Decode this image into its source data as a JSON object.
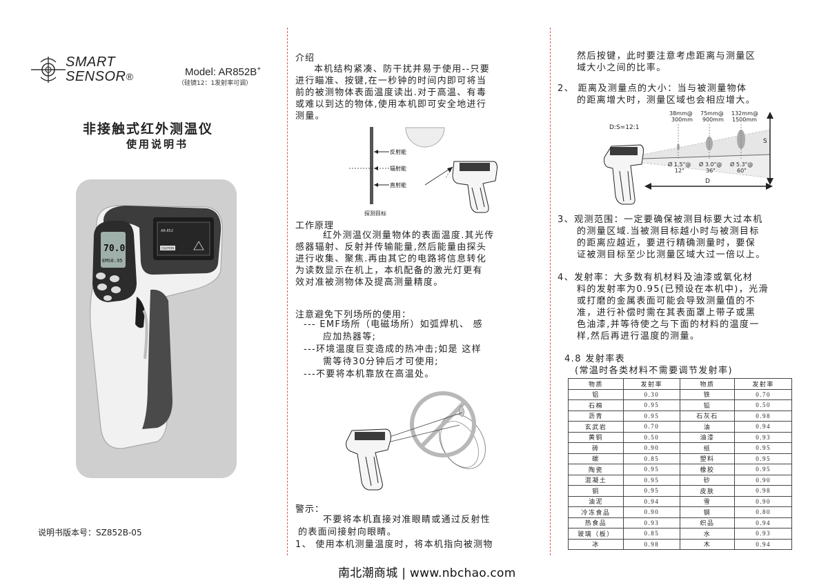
{
  "brand": {
    "line1": "SMART",
    "line2": "SENSOR",
    "reg": "®"
  },
  "model": {
    "label": "Model: AR852B",
    "sup": "+",
    "note": "（硅镜12：1发射率可调）"
  },
  "title": {
    "main": "非接触式红外测温仪",
    "sub": "使用说明书"
  },
  "version": "说明书版本号：SZ852B-05",
  "device_display": {
    "reading": "70.0",
    "emis": "EMS0.95",
    "label_brand": "CAUTION"
  },
  "intro": {
    "heading": "介绍",
    "lines": [
      "本机结构紧凑、防干扰并易于使用--只要",
      "进行瞄准、按键,在一秒钟的时间内即可将当",
      "前的被测物体表面温度读出.对于高温、有毒",
      "或难以到达的物体,使用本机即可安全地进行",
      "测量。"
    ]
  },
  "fig1": {
    "reflect": "反射能",
    "radiate": "辐射能",
    "transmit": "直射能",
    "target": "探测目标"
  },
  "principle": {
    "heading": "工作原理",
    "lines": [
      "红外测温仪测量物体的表面温度.其光传",
      "感器辐射、反射并传输能量,然后能量由探头",
      "进行收集、聚焦.再由其它的电路将信息转化",
      "为读数显示在机上，本机配备的激光灯更有",
      "效对准被测物体及提高测量精度。"
    ]
  },
  "avoid": {
    "heading": "注意避免下列场所的使用：",
    "l1": "--- EMF场所（电磁场所）如弧焊机、 感",
    "l1b": "应加热器等;",
    "l2": "---环境温度巨变造成的热冲击;如是 这样",
    "l2b": "需等待30分钟后才可使用;",
    "l3": "---不要将本机靠放在高温处。"
  },
  "warning": {
    "heading": "警示：",
    "l1": "不要将本机直接对准眼睛或通过反射性",
    "l2": "的表面间接射向眼睛。",
    "l3": "1、 使用本机测量温度时，将本机指向被测物"
  },
  "right": {
    "cont1": "然后按键，此时要注意考虑距离与测量区",
    "cont2": "域大小之间的比率。",
    "item2a": "2、 距离及测量点的大小：当与被测量物体",
    "item2b": "的距离增大时，测量区域也会相应增大。",
    "item3": [
      "3、观测范围：一定要确保被测目标要大过本机",
      "的测量区域.当被测目标越小时与被测目标",
      "的距离应越近，要进行精确测量时，要保",
      "证被测目标至少比测量区域大过一倍以上。"
    ],
    "item4": [
      "4、发射率：大多数有机材料及油漆或氧化材",
      "料的发射率为0.95(已预设在本机中)，光滑",
      "或打磨的金属表面可能会导致测量值的不",
      "准，进行补偿时需在其表面罩上带子或黑",
      "色油漆,并等待使之与下面的材料的温度一",
      "样,然后再进行温度的测量。"
    ]
  },
  "ds_diagram": {
    "ratio": "D:S=12:1",
    "points": [
      {
        "top1": "38mm@",
        "top2": "300mm",
        "bot1": "Ø 1.5\"@",
        "bot2": "12\""
      },
      {
        "top1": "75mm@",
        "top2": "900mm",
        "bot1": "Ø 3.0\"@",
        "bot2": "36\""
      },
      {
        "top1": "132mm@",
        "top2": "1500mm",
        "bot1": "Ø 5.3\"@",
        "bot2": "60\""
      }
    ],
    "s_label": "S",
    "d_label": "D"
  },
  "emissivity": {
    "title": "4.8 发射率表",
    "subtitle": "(常温时各类材料不需要调节发射率)",
    "headers": [
      "物质",
      "发射率",
      "物质",
      "发射率"
    ],
    "rows": [
      [
        "铝",
        "0.30",
        "铁",
        "0.70"
      ],
      [
        "石棉",
        "0.95",
        "铅",
        "0.50"
      ],
      [
        "沥青",
        "0.95",
        "石灰石",
        "0.98"
      ],
      [
        "玄武岩",
        "0.70",
        "油",
        "0.94"
      ],
      [
        "黄铜",
        "0.50",
        "油漆",
        "0.93"
      ],
      [
        "砖",
        "0.90",
        "纸",
        "0.95"
      ],
      [
        "碳",
        "0.85",
        "塑料",
        "0.95"
      ],
      [
        "陶瓷",
        "0.95",
        "橡胶",
        "0.95"
      ],
      [
        "混凝土",
        "0.95",
        "砂",
        "0.90"
      ],
      [
        "铜",
        "0.95",
        "皮肤",
        "0.98"
      ],
      [
        "油泥",
        "0.94",
        "雪",
        "0.90"
      ],
      [
        "冷冻食品",
        "0.90",
        "钢",
        "0.80"
      ],
      [
        "热食品",
        "0.93",
        "织品",
        "0.94"
      ],
      [
        "玻璃（板）",
        "0.85",
        "水",
        "0.93"
      ],
      [
        "冰",
        "0.98",
        "木",
        "0.94"
      ]
    ]
  },
  "footer": "南北潮商城 | www.nbchao.com"
}
